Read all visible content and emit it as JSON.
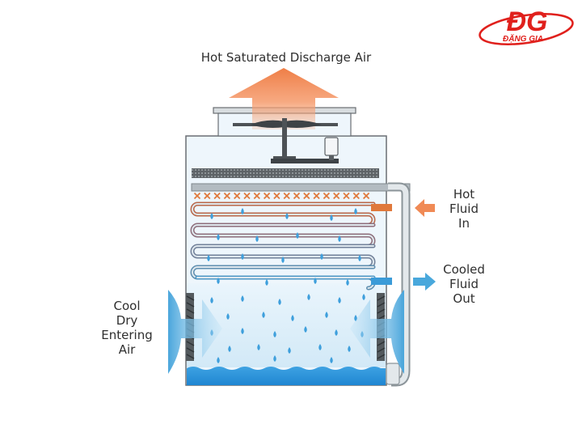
{
  "labels": {
    "discharge_air": "Hot Saturated Discharge Air",
    "hot_fluid_in": [
      "Hot",
      "Fluid",
      "In"
    ],
    "cooled_fluid_out": [
      "Cooled",
      "Fluid",
      "Out"
    ],
    "cool_dry_air": [
      "Cool",
      "Dry",
      "Entering",
      "Air"
    ]
  },
  "logo": {
    "mark": "ĐG",
    "brand": "ĐẶNG GIA"
  },
  "colors": {
    "hot_arrow": "#f08a55",
    "cool_arrow": "#49a8dc",
    "water": "#2f95dc",
    "logo_red": "#e0201c"
  },
  "icons": [
    "hot-air-arrow-icon",
    "fan-icon",
    "motor-icon",
    "spray-nozzle-icon",
    "water-drop-icon",
    "louver-icon",
    "inlet-arrow-icon",
    "outlet-arrow-icon",
    "air-inlet-arrow-icon"
  ]
}
